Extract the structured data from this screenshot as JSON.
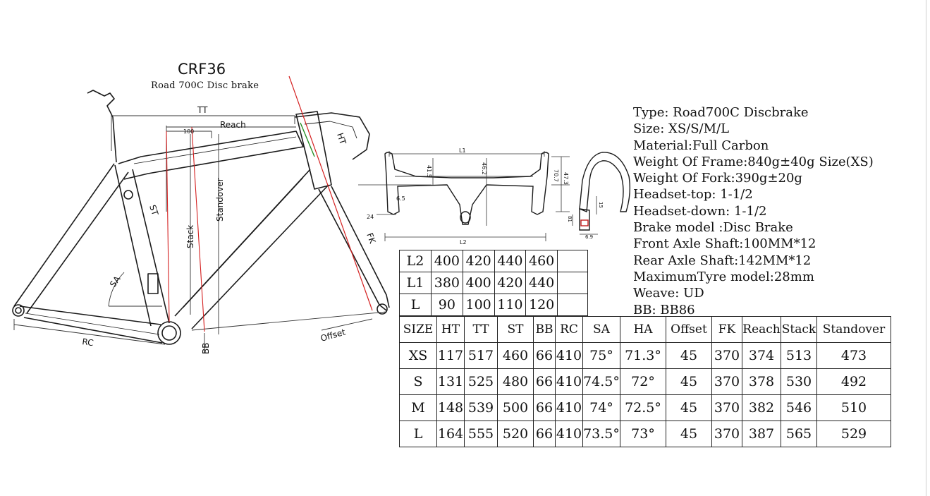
{
  "header": {
    "model": "CRF36",
    "subtitle": "Road 700C Disc brake"
  },
  "frame_labels": {
    "tt": "TT",
    "reach": "Reach",
    "dim_100": "100",
    "ht": "HT",
    "st": "ST",
    "stack": "Stack",
    "standover": "Standover",
    "sa": "SA",
    "fk": "FK",
    "rc": "RC",
    "bb": "BB",
    "offset": "Offset"
  },
  "bar_labels": {
    "l1": "L1",
    "l2": "L2",
    "dim_24": "24",
    "dim_6_5": "6.5",
    "dim_41_5": "41.5",
    "dim_46_2": "46.2",
    "dim_70_7": "70.7",
    "dim_47_3": "47.3",
    "dim_81": "81",
    "dim_15": "15",
    "dim_6_9": "6.9"
  },
  "specs": [
    "Type: Road700C  Discbrake",
    "Size: XS/S/M/L",
    "Material:Full Carbon",
    "Weight Of Frame:840g±40g Size(XS)",
    "Weight Of Fork:390g±20g",
    "Headset-top: 1-1/2",
    "Headset-down: 1-1/2",
    "Brake model :Disc Brake",
    "Front Axle Shaft:100MM*12",
    "Rear Axle Shaft:142MM*12",
    "MaximumTyre model:28mm",
    "Weave: UD",
    "BB: BB86"
  ],
  "bar_sizes": {
    "rows": [
      {
        "label": "L2",
        "values": [
          "400",
          "420",
          "440",
          "460"
        ]
      },
      {
        "label": "L1",
        "values": [
          "380",
          "400",
          "420",
          "440"
        ]
      },
      {
        "label": "L",
        "values": [
          "90",
          "100",
          "110",
          "120"
        ]
      }
    ]
  },
  "geometry": {
    "headers": [
      "SIZE",
      "HT",
      "TT",
      "ST",
      "BB",
      "RC",
      "SA",
      "HA",
      "Offset",
      "FK",
      "Reach",
      "Stack",
      "Standover"
    ],
    "rows": [
      [
        "XS",
        "117",
        "517",
        "460",
        "66",
        "410",
        "75°",
        "71.3°",
        "45",
        "370",
        "374",
        "513",
        "473"
      ],
      [
        "S",
        "131",
        "525",
        "480",
        "66",
        "410",
        "74.5°",
        "72°",
        "45",
        "370",
        "378",
        "530",
        "492"
      ],
      [
        "M",
        "148",
        "539",
        "500",
        "66",
        "410",
        "74°",
        "72.5°",
        "45",
        "370",
        "382",
        "546",
        "510"
      ],
      [
        "L",
        "164",
        "555",
        "520",
        "66",
        "410",
        "73.5°",
        "73°",
        "45",
        "370",
        "387",
        "565",
        "529"
      ]
    ]
  }
}
